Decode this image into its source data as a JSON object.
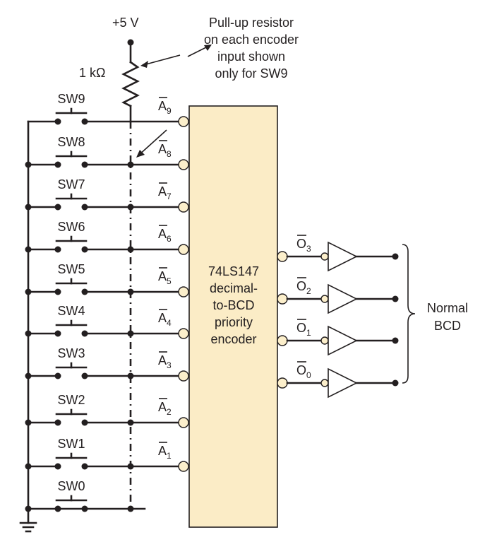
{
  "supply_label": "+5 V",
  "resistor_label": "1 kΩ",
  "note_lines": [
    "Pull-up resistor",
    "on each encoder",
    "input shown",
    "only for SW9"
  ],
  "switches": [
    "SW9",
    "SW8",
    "SW7",
    "SW6",
    "SW5",
    "SW4",
    "SW3",
    "SW2",
    "SW1",
    "SW0"
  ],
  "inputs": [
    {
      "base": "A",
      "sub": "9"
    },
    {
      "base": "A",
      "sub": "8"
    },
    {
      "base": "A",
      "sub": "7"
    },
    {
      "base": "A",
      "sub": "6"
    },
    {
      "base": "A",
      "sub": "5"
    },
    {
      "base": "A",
      "sub": "4"
    },
    {
      "base": "A",
      "sub": "3"
    },
    {
      "base": "A",
      "sub": "2"
    },
    {
      "base": "A",
      "sub": "1"
    }
  ],
  "chip_lines": [
    "74LS147",
    "decimal-",
    "to-BCD",
    "priority",
    "encoder"
  ],
  "outputs": [
    {
      "base": "O",
      "sub": "3"
    },
    {
      "base": "O",
      "sub": "2"
    },
    {
      "base": "O",
      "sub": "1"
    },
    {
      "base": "O",
      "sub": "0"
    }
  ],
  "output_label_lines": [
    "Normal",
    "BCD"
  ],
  "colors": {
    "chip_fill": "#fbecc6",
    "ink": "#231f20"
  }
}
